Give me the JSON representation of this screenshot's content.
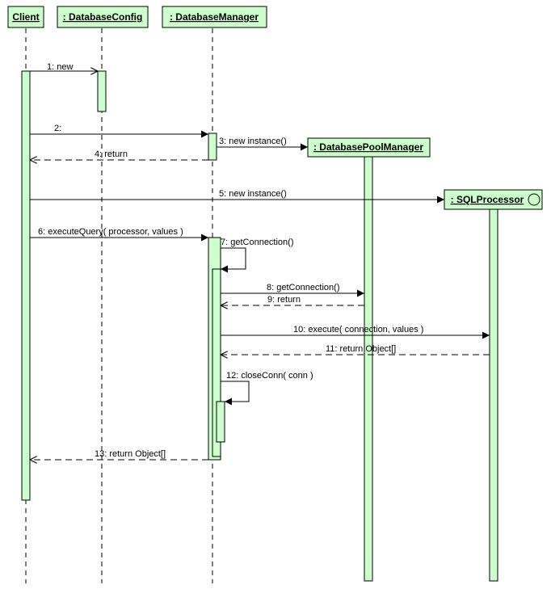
{
  "participants": {
    "client": "Client",
    "db_config": ": DatabaseConfig",
    "db_manager": ": DatabaseManager",
    "pool_manager": ": DatabasePoolManager",
    "sql_processor": ": SQLProcessor"
  },
  "messages": {
    "m1": "1: new",
    "m2": "2:",
    "m3": "3: new instance()",
    "m4": "4: return",
    "m5": "5: new instance()",
    "m6": "6: executeQuery(  processor, values )",
    "m7": "7: getConnection()",
    "m8": "8: getConnection()",
    "m9": "9: return",
    "m10": "10: execute(  connection, values )",
    "m11": "11: return  Object[]",
    "m12": "12: closeConn(  conn )",
    "m13": "13: return  Object[]"
  },
  "colors": {
    "fill": "#ccffcc",
    "stroke": "#000000"
  }
}
